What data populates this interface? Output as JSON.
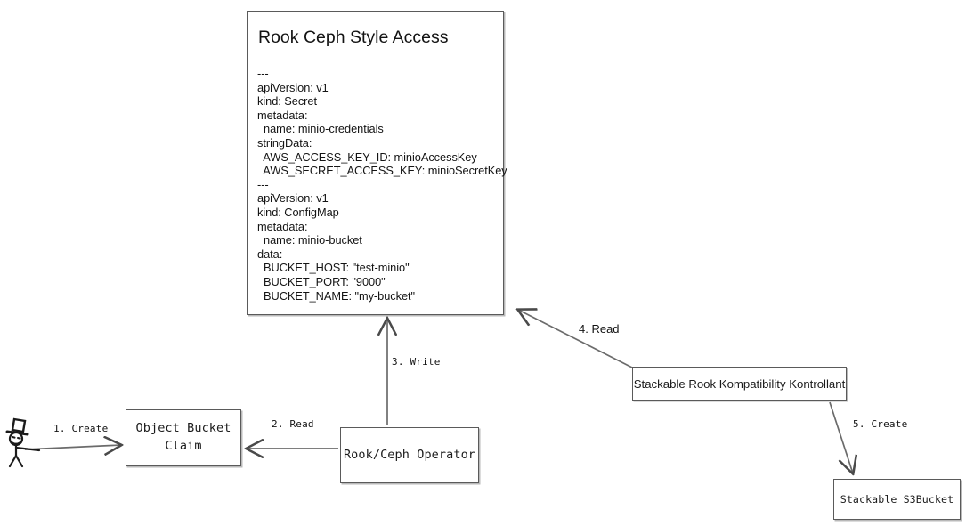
{
  "diagram": {
    "title": "Rook Ceph Style Access flow",
    "type": "flow-diagram",
    "background_color": "#ffffff",
    "stroke_color": "#5a5a5a",
    "text_color": "#141414"
  },
  "nodes": {
    "yaml_card": {
      "title": "Rook Ceph Style Access",
      "body": "---\napiVersion: v1\nkind: Secret\nmetadata:\n  name: minio-credentials\nstringData:\n  AWS_ACCESS_KEY_ID: minioAccessKey\n  AWS_SECRET_ACCESS_KEY: minioSecretKey\n---\napiVersion: v1\nkind: ConfigMap\nmetadata:\n  name: minio-bucket\ndata:\n  BUCKET_HOST: \"test-minio\"\n  BUCKET_PORT: \"9000\"\n  BUCKET_NAME: \"my-bucket\""
    },
    "object_bucket_claim": {
      "label": "Object Bucket\nClaim"
    },
    "operator": {
      "label": "Rook/Ceph Operator"
    },
    "srkk": {
      "label": "Stackable Rook Kompatibility Kontrollant"
    },
    "s3bucket": {
      "label": "Stackable S3Bucket"
    }
  },
  "actor": {
    "name": "user-stick-figure-with-top-hat"
  },
  "edges": [
    {
      "id": "e1",
      "label": "1. Create",
      "from": "actor",
      "to": "object_bucket_claim",
      "font": "mono"
    },
    {
      "id": "e2",
      "label": "2. Read",
      "from": "operator",
      "to": "object_bucket_claim",
      "font": "mono"
    },
    {
      "id": "e3",
      "label": "3. Write",
      "from": "operator",
      "to": "yaml_card",
      "font": "mono"
    },
    {
      "id": "e4",
      "label": "4. Read",
      "from": "srkk",
      "to": "yaml_card",
      "font": "sans"
    },
    {
      "id": "e5",
      "label": "5. Create",
      "from": "srkk",
      "to": "s3bucket",
      "font": "mono"
    }
  ]
}
